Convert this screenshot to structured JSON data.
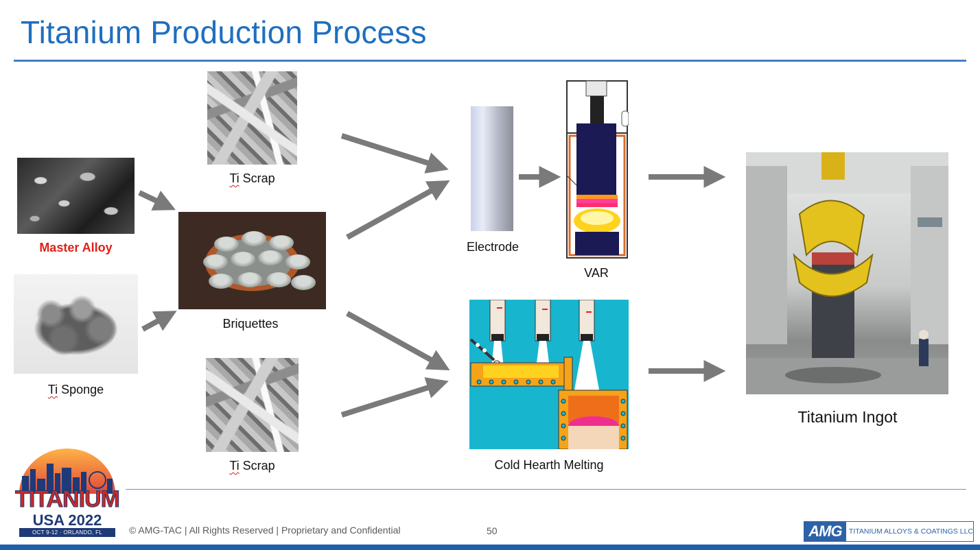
{
  "slide": {
    "title": "Titanium Production Process"
  },
  "inputs": {
    "master_alloy": "Master Alloy",
    "ti_sponge": "Ti Sponge",
    "ti_scrap_top": "Ti Scrap",
    "ti_scrap_bottom": "Ti Scrap",
    "ti_abbrev": "Ti",
    "scrap_word": " Scrap",
    "sponge_word": " Sponge"
  },
  "intermediate": {
    "briquettes": "Briquettes",
    "electrode": "Electrode",
    "var": "VAR",
    "cold_hearth": "Cold Hearth Melting"
  },
  "output": {
    "ingot": "Titanium Ingot"
  },
  "footer": {
    "copyright": "© AMG-TAC | All Rights Reserved | Proprietary and Confidential",
    "page_number": "50",
    "amg_mark": "AMG",
    "amg_name": "TITANIUM ALLOYS & COATINGS LLC"
  },
  "event_logo": {
    "title": "TITANIUM",
    "year": "USA 2022",
    "dates": "OCT 9-12 · ORLANDO, FL"
  },
  "colors": {
    "title_blue": "#1f6fbf",
    "accent_red": "#e0201a",
    "arrow_gray": "#7a7a7a",
    "water_cyan": "#18b5cf",
    "melt_orange": "#f5a31a"
  }
}
